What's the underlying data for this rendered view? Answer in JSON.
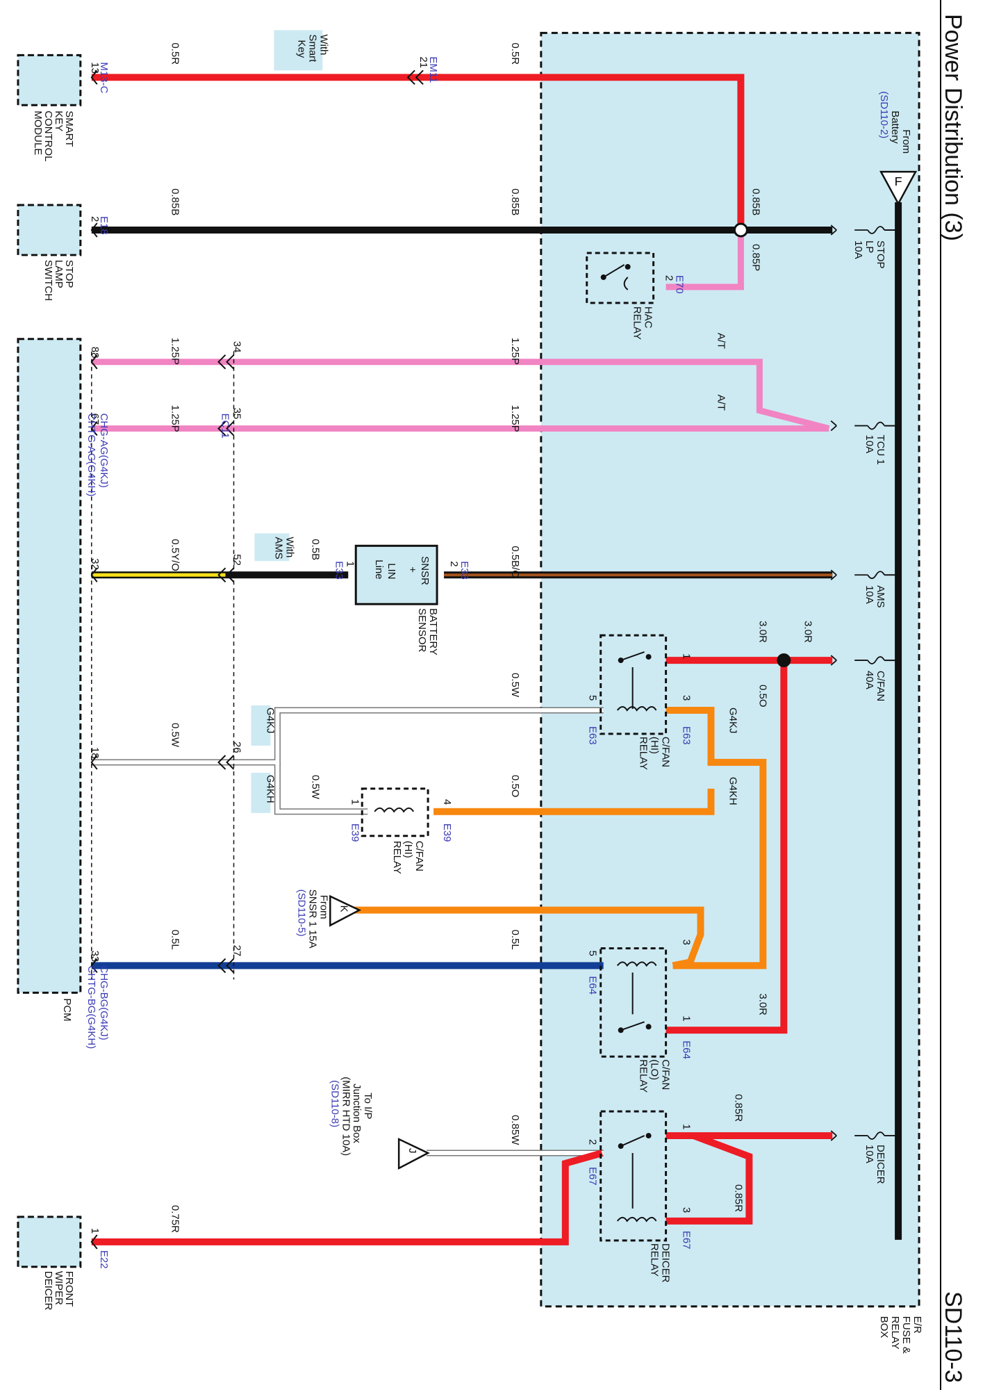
{
  "page": {
    "title": "Power Distribution (3)",
    "code": "SD110-3"
  },
  "fuse_box": {
    "label": [
      "E/R",
      "FUSE &",
      "RELAY",
      "BOX"
    ]
  },
  "source": {
    "label": [
      "From",
      "Battery",
      "(SD110-2)"
    ],
    "letter": "F"
  },
  "fuses": [
    {
      "name": "stop",
      "label": [
        "STOP",
        "LP",
        "10A"
      ]
    },
    {
      "name": "tcu",
      "label": [
        "TCU 1",
        "10A"
      ]
    },
    {
      "name": "ams",
      "label": [
        "AMS",
        "10A"
      ]
    },
    {
      "name": "cfan",
      "label": [
        "C/FAN",
        "40A"
      ]
    },
    {
      "name": "deicer",
      "label": [
        "DEICER",
        "10A"
      ]
    }
  ],
  "relays": [
    {
      "name": "hac",
      "label": [
        "HAC",
        "RELAY"
      ],
      "conn": "E70",
      "pin": "2"
    },
    {
      "name": "cfan-hi-e63",
      "label": [
        "C/FAN",
        "(HI)",
        "RELAY"
      ],
      "conn": "E63",
      "pins": [
        "1",
        "3",
        "5"
      ]
    },
    {
      "name": "cfan-hi-e39",
      "label": [
        "C/FAN",
        "(HI)",
        "RELAY"
      ],
      "conn": "E39",
      "pins": [
        "4",
        "1"
      ]
    },
    {
      "name": "cfan-lo",
      "label": [
        "C/FAN",
        "(LO)",
        "RELAY"
      ],
      "conn": "E64",
      "pins": [
        "3",
        "5",
        "1"
      ]
    },
    {
      "name": "deicer",
      "label": [
        "DEICER",
        "RELAY"
      ],
      "conn": "E67",
      "pins": [
        "1",
        "2",
        "3"
      ]
    }
  ],
  "components": [
    {
      "name": "smart-key",
      "label": [
        "SMART",
        "KEY",
        "CONTROL",
        "MODULE"
      ],
      "conn": "M13-C",
      "pin": "13"
    },
    {
      "name": "stop-lamp",
      "label": [
        "STOP",
        "LAMP",
        "SWITCH"
      ],
      "conn": "E18",
      "pin": "2"
    },
    {
      "name": "pcm",
      "label": [
        "PCM"
      ],
      "conn_top": [
        "CHG-AG(G4KJ)",
        "CHTG-AG(G4KH)"
      ],
      "conn_bottom": [
        "CHG-BG(G4KJ)",
        "CHTG-BG(G4KH)"
      ],
      "pins": [
        "88",
        "67",
        "32",
        "18",
        "33"
      ]
    },
    {
      "name": "front-wiper",
      "label": [
        "FRONT",
        "WIPER",
        "DEICER"
      ],
      "conn": "E22",
      "pin": "1"
    },
    {
      "name": "battery-sensor",
      "label": [
        "BATTERY",
        "SENSOR"
      ],
      "conn": "E33",
      "inner": [
        "SNSR",
        "+",
        "LIN",
        "Line"
      ],
      "pins": [
        "2",
        "1"
      ]
    }
  ],
  "connectors": [
    {
      "name": "em11",
      "id": "EM11",
      "pin": "21"
    },
    {
      "name": "ec11",
      "id": "EC11",
      "pins": [
        "34",
        "35",
        "52",
        "26",
        "27"
      ]
    }
  ],
  "wires": {
    "w_05r_a": "0.5R",
    "w_05r_b": "0.5R",
    "w_085b_a": "0.85B",
    "w_085b_b": "0.85B",
    "w_085p": "0.85P",
    "w_125p_a": "1.25P",
    "w_125p_b": "1.25P",
    "w_125p_c": "1.25P",
    "w_125p_d": "1.25P",
    "w_05bo": "0.5B/O",
    "w_05b": "0.5B",
    "w_05yo": "0.5Y/O",
    "w_30r_a": "3.0R",
    "w_30r_b": "3.0R",
    "w_30r_c": "3.0R",
    "w_05o_a": "0.5O",
    "w_05o_b": "0.5O",
    "w_05w_a": "0.5W",
    "w_05w_b": "0.5W",
    "w_05w_c": "0.5W",
    "w_05l_a": "0.5L",
    "w_05l_b": "0.5L",
    "w_085r_a": "0.85R",
    "w_085r_b": "0.85R",
    "w_085w": "0.85W",
    "w_075r": "0.75R"
  },
  "options": {
    "smart_key": [
      "With",
      "Smart",
      "Key"
    ],
    "ams": [
      "With",
      "AMS"
    ],
    "at": "A/T",
    "g4kj": "G4KJ",
    "g4kh": "G4KH"
  },
  "refs": {
    "k": {
      "letter": "K",
      "label": [
        "From",
        "SNSR 1 15A",
        "(SD110-5)"
      ]
    },
    "j": {
      "letter": "J",
      "label": [
        "To I/P",
        "Junction Box",
        "(MIRR HTD 10A)",
        "(SD110-8)"
      ]
    }
  },
  "colors": {
    "fuse_box_bg": "#cdeaf3",
    "red": "#ee1c24",
    "black": "#111111",
    "pink": "#f184c3",
    "orange": "#f7870f",
    "blue": "#123f95",
    "yellow": "#f7e11a",
    "brown": "#a3531c",
    "ref_blue": "#3a3ab5"
  }
}
